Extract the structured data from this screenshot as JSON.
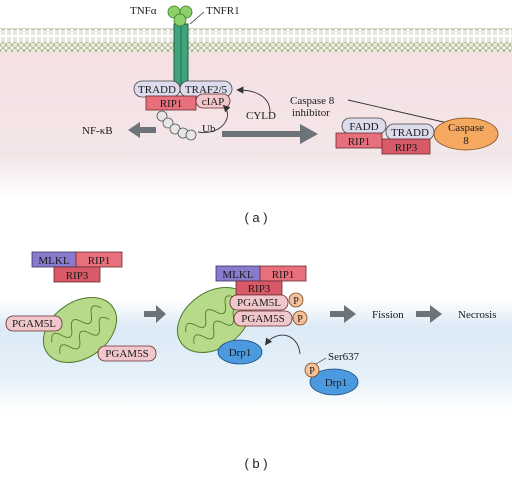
{
  "panel_a": {
    "caption": "( a )",
    "tnfa": "TNFα",
    "tnfr1": "TNFR1",
    "tradd": "TRADD",
    "traf": "TRAF2/5",
    "ciap": "cIAP",
    "rip1": "RIP1",
    "ub": "Ub",
    "nfkb": "NF-κB",
    "cyld": "CYLD",
    "caspase_inhibitor_line1": "Caspase 8",
    "caspase_inhibitor_line2": "inhibitor",
    "fadd": "FADD",
    "tradd2": "TRADD",
    "rip1_b": "RIP1",
    "rip3": "RIP3",
    "caspase_line1": "Caspase",
    "caspase_line2": "8"
  },
  "panel_b": {
    "caption": "( b )",
    "mlkl": "MLKL",
    "rip1": "RIP1",
    "rip3": "RIP3",
    "pgam5l": "PGAM5L",
    "pgam5s": "PGAM5S",
    "mlkl2": "MLKL",
    "rip1_2": "RIP1",
    "rip3_2": "RIP3",
    "pgam5l_2": "PGAM5L",
    "pgam5s_2": "PGAM5S",
    "p1": "P",
    "p2": "P",
    "drp1": "Drp1",
    "ser637": "Ser637",
    "p3": "P",
    "drp1_b": "Drp1",
    "fission": "Fission",
    "necrosis": "Necrosis"
  },
  "colors": {
    "membrane_bg": "#f3e3e6",
    "cytosol_bg_b": "#dcecf6",
    "tradd_fill": "#dcdcec",
    "rip1_fill": "#e8707c",
    "rip3_fill": "#d85a68",
    "mlkl_fill": "#8a7acc",
    "ciap_fill": "#f0c8cc",
    "caspase_fill": "#f4a860",
    "mito_fill": "#b7d98a",
    "drp1_fill": "#4b9ae0",
    "phospho_fill": "#f6c09a",
    "arrow_fill": "#6d7378"
  }
}
